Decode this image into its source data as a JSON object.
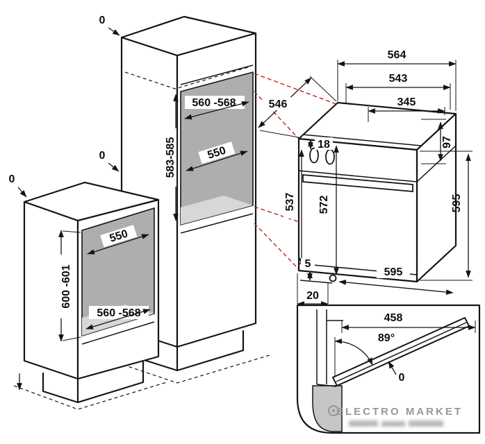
{
  "diagram": {
    "tall_cabinet": {
      "gap_top": "0",
      "gap_back": "0",
      "niche_width": "560 -568",
      "niche_height": "583-585",
      "niche_depth": "550"
    },
    "base_cabinet": {
      "gap_top": "0",
      "niche_depth": "550",
      "niche_height": "600 -601",
      "niche_width": "560 -568"
    },
    "oven": {
      "width_overall": "564",
      "width_body": "543",
      "top_depth": "345",
      "depth": "546",
      "top_trim": "18",
      "panel_height": "97",
      "inner_height": "537",
      "front_height": "572",
      "side_height": "595",
      "bottom_gap": "5",
      "front_width": "595",
      "plinth_offset": "20"
    },
    "door_detail": {
      "door_length": "458",
      "open_angle": "89°",
      "gap": "0"
    },
    "watermark": {
      "brand": "ELECTRO MARKET"
    }
  }
}
